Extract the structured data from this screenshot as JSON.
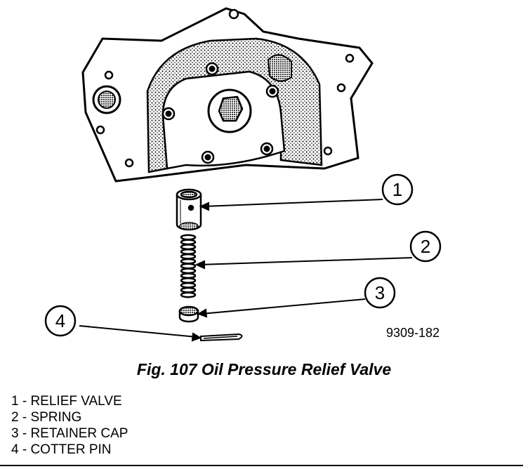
{
  "figure": {
    "caption": "Fig. 107 Oil Pressure Relief Valve",
    "part_code": "9309-182",
    "callouts": [
      "1",
      "2",
      "3",
      "4"
    ]
  },
  "legend": [
    "1 - RELIEF VALVE",
    "2 - SPRING",
    "3 - RETAINER CAP",
    "4 - COTTER PIN"
  ]
}
